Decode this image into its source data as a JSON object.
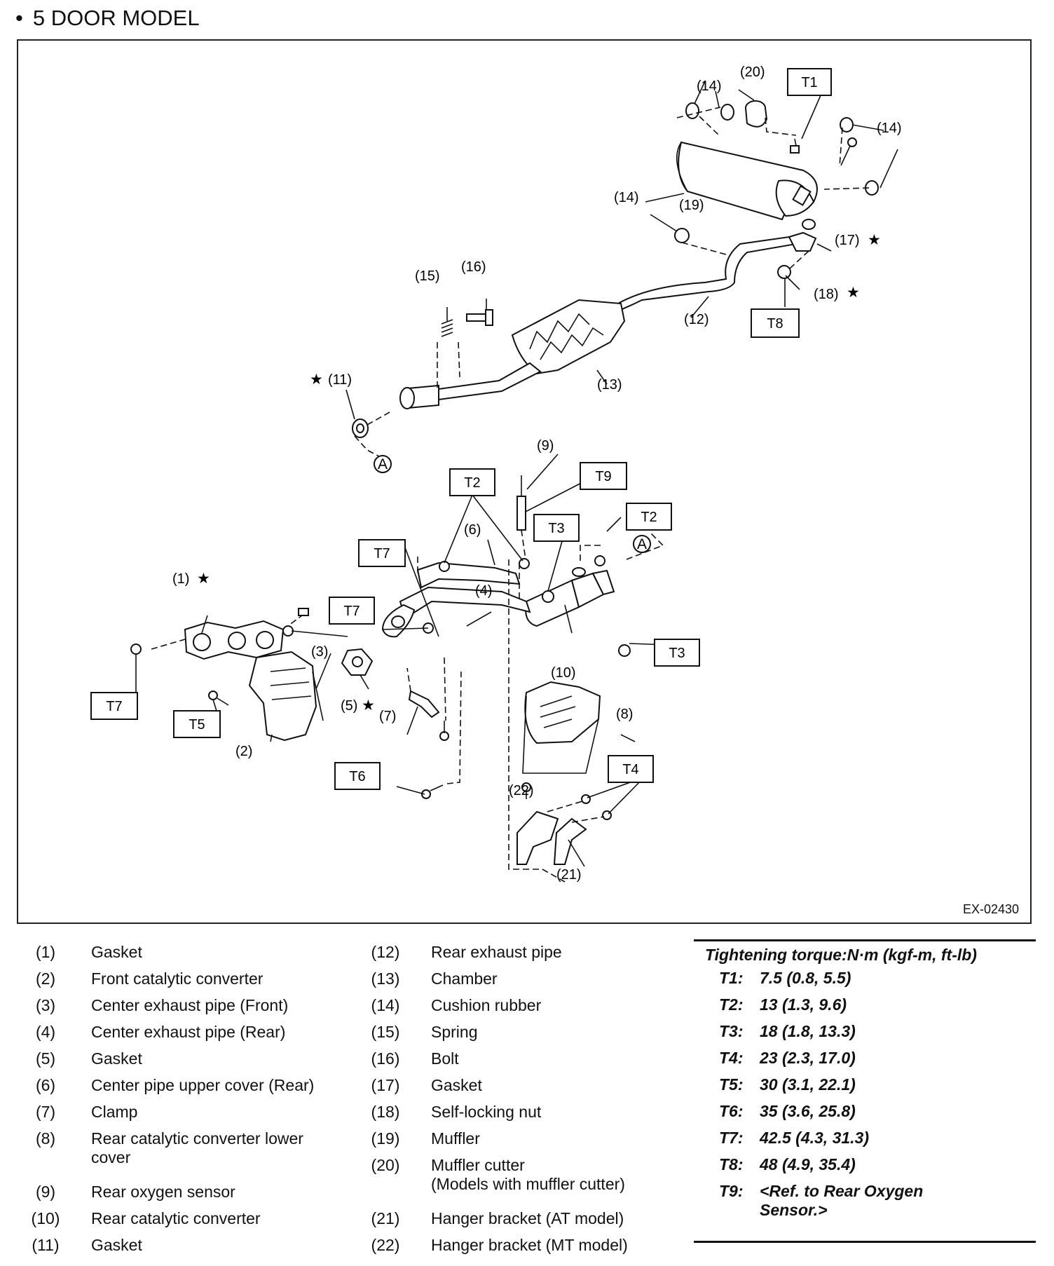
{
  "title": "5 DOOR MODEL",
  "figure_code": "EX-02430",
  "callouts": {
    "n1": "(1)",
    "n2": "(2)",
    "n3": "(3)",
    "n4": "(4)",
    "n5": "(5)",
    "n6": "(6)",
    "n7": "(7)",
    "n8": "(8)",
    "n9": "(9)",
    "n10": "(10)",
    "n11": "(11)",
    "n12": "(12)",
    "n13": "(13)",
    "n14": "(14)",
    "n15": "(15)",
    "n16": "(16)",
    "n17": "(17)",
    "n18": "(18)",
    "n19": "(19)",
    "n20": "(20)",
    "n21": "(21)",
    "n22": "(22)",
    "star": "★",
    "A": "A",
    "T1": "T1",
    "T2": "T2",
    "T3": "T3",
    "T4": "T4",
    "T5": "T5",
    "T6": "T6",
    "T7": "T7",
    "T8": "T8",
    "T9": "T9"
  },
  "legend_left": [
    {
      "num": "(1)",
      "name": "Gasket"
    },
    {
      "num": "(2)",
      "name": "Front catalytic converter"
    },
    {
      "num": "(3)",
      "name": "Center exhaust pipe (Front)"
    },
    {
      "num": "(4)",
      "name": "Center exhaust pipe (Rear)"
    },
    {
      "num": "(5)",
      "name": "Gasket"
    },
    {
      "num": "(6)",
      "name": "Center pipe upper cover (Rear)"
    },
    {
      "num": "(7)",
      "name": "Clamp"
    },
    {
      "num": "(8)",
      "name": "Rear catalytic converter lower",
      "name2": "cover"
    },
    {
      "num": "(9)",
      "name": "Rear oxygen sensor"
    },
    {
      "num": "(10)",
      "name": "Rear catalytic converter"
    },
    {
      "num": "(11)",
      "name": "Gasket"
    }
  ],
  "legend_mid": [
    {
      "num": "(12)",
      "name": "Rear exhaust pipe"
    },
    {
      "num": "(13)",
      "name": "Chamber"
    },
    {
      "num": "(14)",
      "name": "Cushion rubber"
    },
    {
      "num": "(15)",
      "name": "Spring"
    },
    {
      "num": "(16)",
      "name": "Bolt"
    },
    {
      "num": "(17)",
      "name": "Gasket"
    },
    {
      "num": "(18)",
      "name": "Self-locking nut"
    },
    {
      "num": "(19)",
      "name": "Muffler"
    },
    {
      "num": "(20)",
      "name": "Muffler cutter",
      "name2": "(Models with muffler cutter)"
    },
    {
      "num": "(21)",
      "name": "Hanger bracket (AT model)"
    },
    {
      "num": "(22)",
      "name": "Hanger bracket (MT model)"
    }
  ],
  "torque": {
    "heading": "Tightening torque:N·m (kgf-m, ft-lb)",
    "rows": [
      {
        "key": "T1:",
        "value": "7.5 (0.8, 5.5)"
      },
      {
        "key": "T2:",
        "value": "13 (1.3, 9.6)"
      },
      {
        "key": "T3:",
        "value": "18 (1.8, 13.3)"
      },
      {
        "key": "T4:",
        "value": "23 (2.3, 17.0)"
      },
      {
        "key": "T5:",
        "value": "30 (3.1, 22.1)"
      },
      {
        "key": "T6:",
        "value": "35 (3.6, 25.8)"
      },
      {
        "key": "T7:",
        "value": "42.5 (4.3, 31.3)"
      },
      {
        "key": "T8:",
        "value": "48 (4.9, 35.4)"
      },
      {
        "key": "T9:",
        "value": "<Ref. to Rear Oxygen",
        "value2": "Sensor.>"
      }
    ]
  }
}
